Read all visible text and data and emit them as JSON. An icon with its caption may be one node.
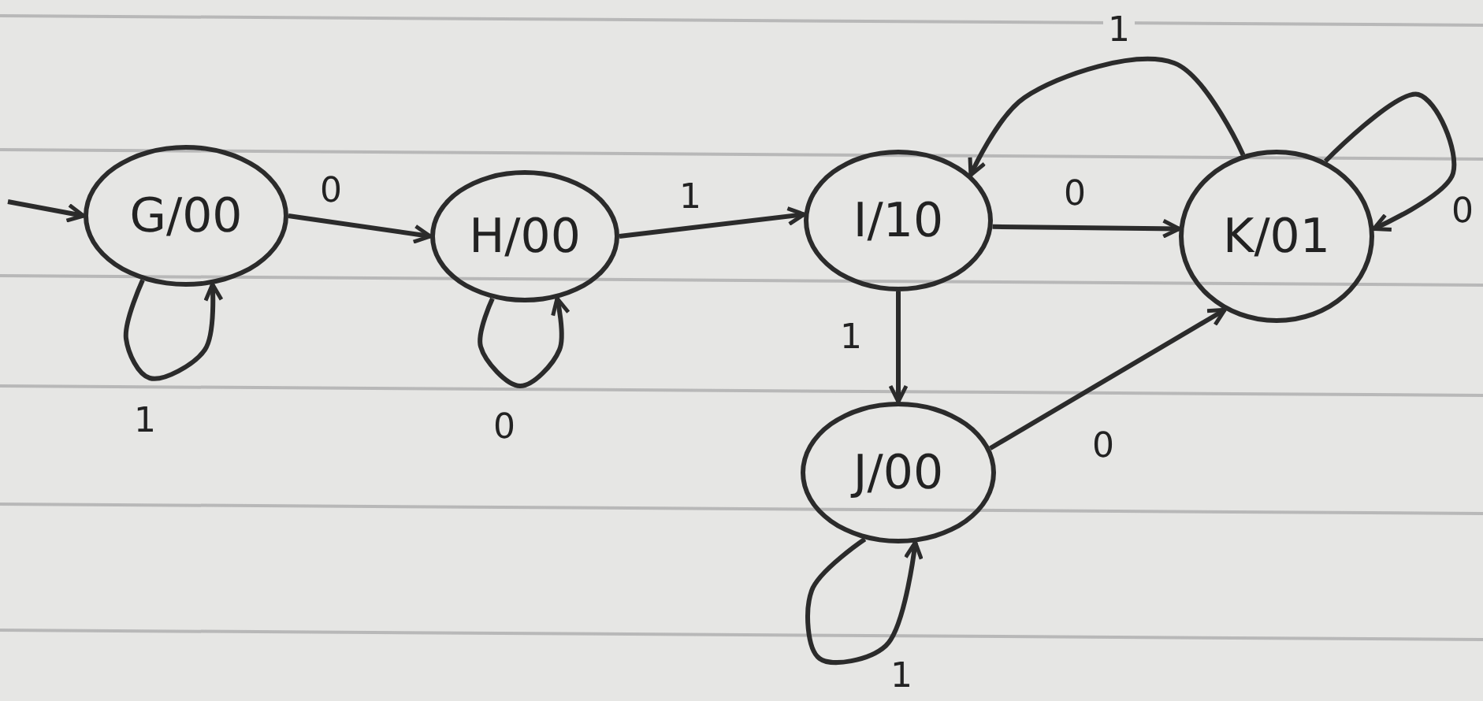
{
  "diagram": {
    "nodes": [
      {
        "text": [
          "G/00"
        ]
      },
      {
        "text": [
          "H/00"
        ]
      },
      {
        "text": [
          "I/10"
        ]
      },
      {
        "text": [
          "K/01"
        ]
      },
      {
        "text": [
          "J/00"
        ]
      }
    ],
    "edges": [
      {
        "from": null,
        "to": 0,
        "arrow": "to"
      },
      {
        "from": 0,
        "to": 0,
        "label": "1",
        "arrow": "to"
      },
      {
        "from": 0,
        "to": 1,
        "label": "0",
        "arrow": "to"
      },
      {
        "from": 1,
        "to": 1,
        "label": "0",
        "arrow": "to"
      },
      {
        "from": 1,
        "to": 2,
        "label": "1",
        "arrow": "to"
      },
      {
        "from": 2,
        "to": 3,
        "label": "0",
        "arrow": "to"
      },
      {
        "from": 2,
        "to": 4,
        "label": "1",
        "arrow": "to"
      },
      {
        "from": 3,
        "to": 2,
        "label": "1",
        "arrow": "to"
      },
      {
        "from": 3,
        "to": 3,
        "label": "0",
        "arrow": "to"
      },
      {
        "from": 4,
        "to": 3,
        "label": "0",
        "arrow": "to"
      },
      {
        "from": 4,
        "to": 4,
        "label": "1",
        "arrow": "to"
      }
    ]
  }
}
